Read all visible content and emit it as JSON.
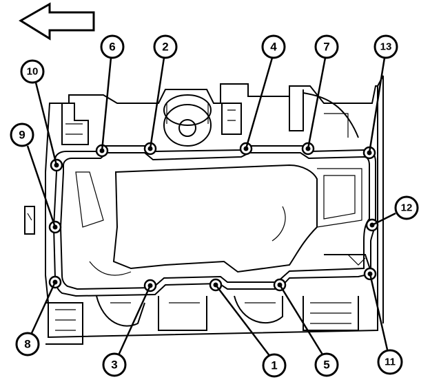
{
  "diagram": {
    "arrow_direction": "left",
    "callouts": [
      {
        "id": "c1",
        "label": "1"
      },
      {
        "id": "c2",
        "label": "2"
      },
      {
        "id": "c3",
        "label": "3"
      },
      {
        "id": "c4",
        "label": "4"
      },
      {
        "id": "c5",
        "label": "5"
      },
      {
        "id": "c6",
        "label": "6"
      },
      {
        "id": "c7",
        "label": "7"
      },
      {
        "id": "c8",
        "label": "8"
      },
      {
        "id": "c9",
        "label": "9"
      },
      {
        "id": "c10",
        "label": "10"
      },
      {
        "id": "c11",
        "label": "11"
      },
      {
        "id": "c12",
        "label": "12"
      },
      {
        "id": "c13",
        "label": "13"
      }
    ],
    "colors": {
      "ink": "#000000",
      "paper": "#ffffff"
    }
  }
}
